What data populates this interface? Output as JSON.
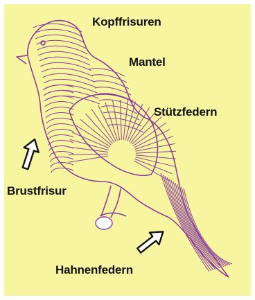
{
  "figure": {
    "colors": {
      "background": "#f7f5a0",
      "feather_lines": "#8a3f9a",
      "text": "#111111",
      "arrow": "#111111"
    },
    "labels": {
      "kopffrisuren": "Kopffrisuren",
      "mantel": "Mantel",
      "stuetzfedern": "Stützfedern",
      "brustfrisur": "Brustfrisur",
      "hahnenfedern": "Hahnenfedern"
    },
    "icons": {
      "bird": "feathered-pigeon-drawing",
      "arrow_breast": "up-arrow-icon",
      "arrow_tail": "up-right-arrow-icon"
    }
  }
}
